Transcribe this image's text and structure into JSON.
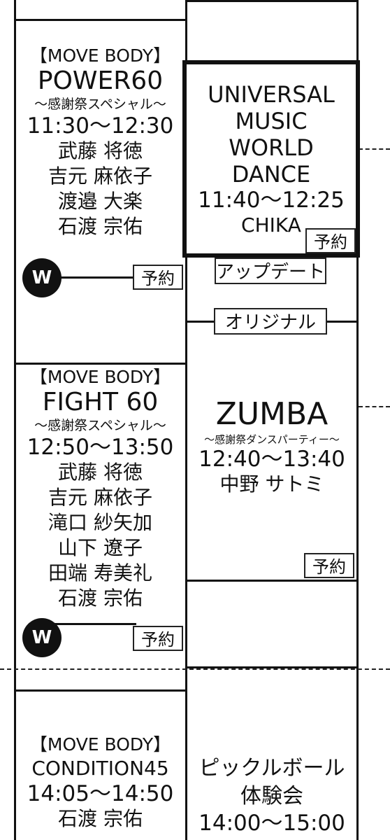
{
  "left_column": {
    "class1": {
      "tag": "【MOVE BODY】",
      "title": "POWER60",
      "subtitle": "～感謝祭スペシャル～",
      "time": "11:30～12:30",
      "instructors": [
        "武藤 将徳",
        "吉元 麻依子",
        "渡邉 大楽",
        "石渡 宗佑"
      ],
      "badge": "W",
      "reserve": "予約"
    },
    "class2": {
      "tag": "【MOVE BODY】",
      "title": "FIGHT 60",
      "subtitle": "～感謝祭スペシャル～",
      "time": "12:50～13:50",
      "instructors": [
        "武藤 将徳",
        "吉元 麻依子",
        "滝口 紗矢加",
        "山下 遼子",
        "田端 寿美礼",
        "石渡 宗佑"
      ],
      "badge": "W",
      "reserve": "予約"
    },
    "class3": {
      "tag": "【MOVE BODY】",
      "title": "CONDITION45",
      "time": "14:05～14:50",
      "instructor": "石渡 宗佑"
    }
  },
  "right_column": {
    "class1": {
      "title_lines": [
        "UNIVERSAL",
        "MUSIC",
        "WORLD",
        "DANCE"
      ],
      "time": "11:40～12:25",
      "instructor": "CHIKA",
      "reserve": "予約"
    },
    "update_tag": "アップデート",
    "original_tag": "オリジナル",
    "class2": {
      "title": "ZUMBA",
      "subtitle": "～感謝祭ダンスパーティー～",
      "time": "12:40～13:40",
      "instructor": "中野 サトミ",
      "reserve": "予約"
    },
    "class3": {
      "title_lines": [
        "ピックルボール",
        "体験会"
      ],
      "time": "14:00～15:00"
    }
  }
}
